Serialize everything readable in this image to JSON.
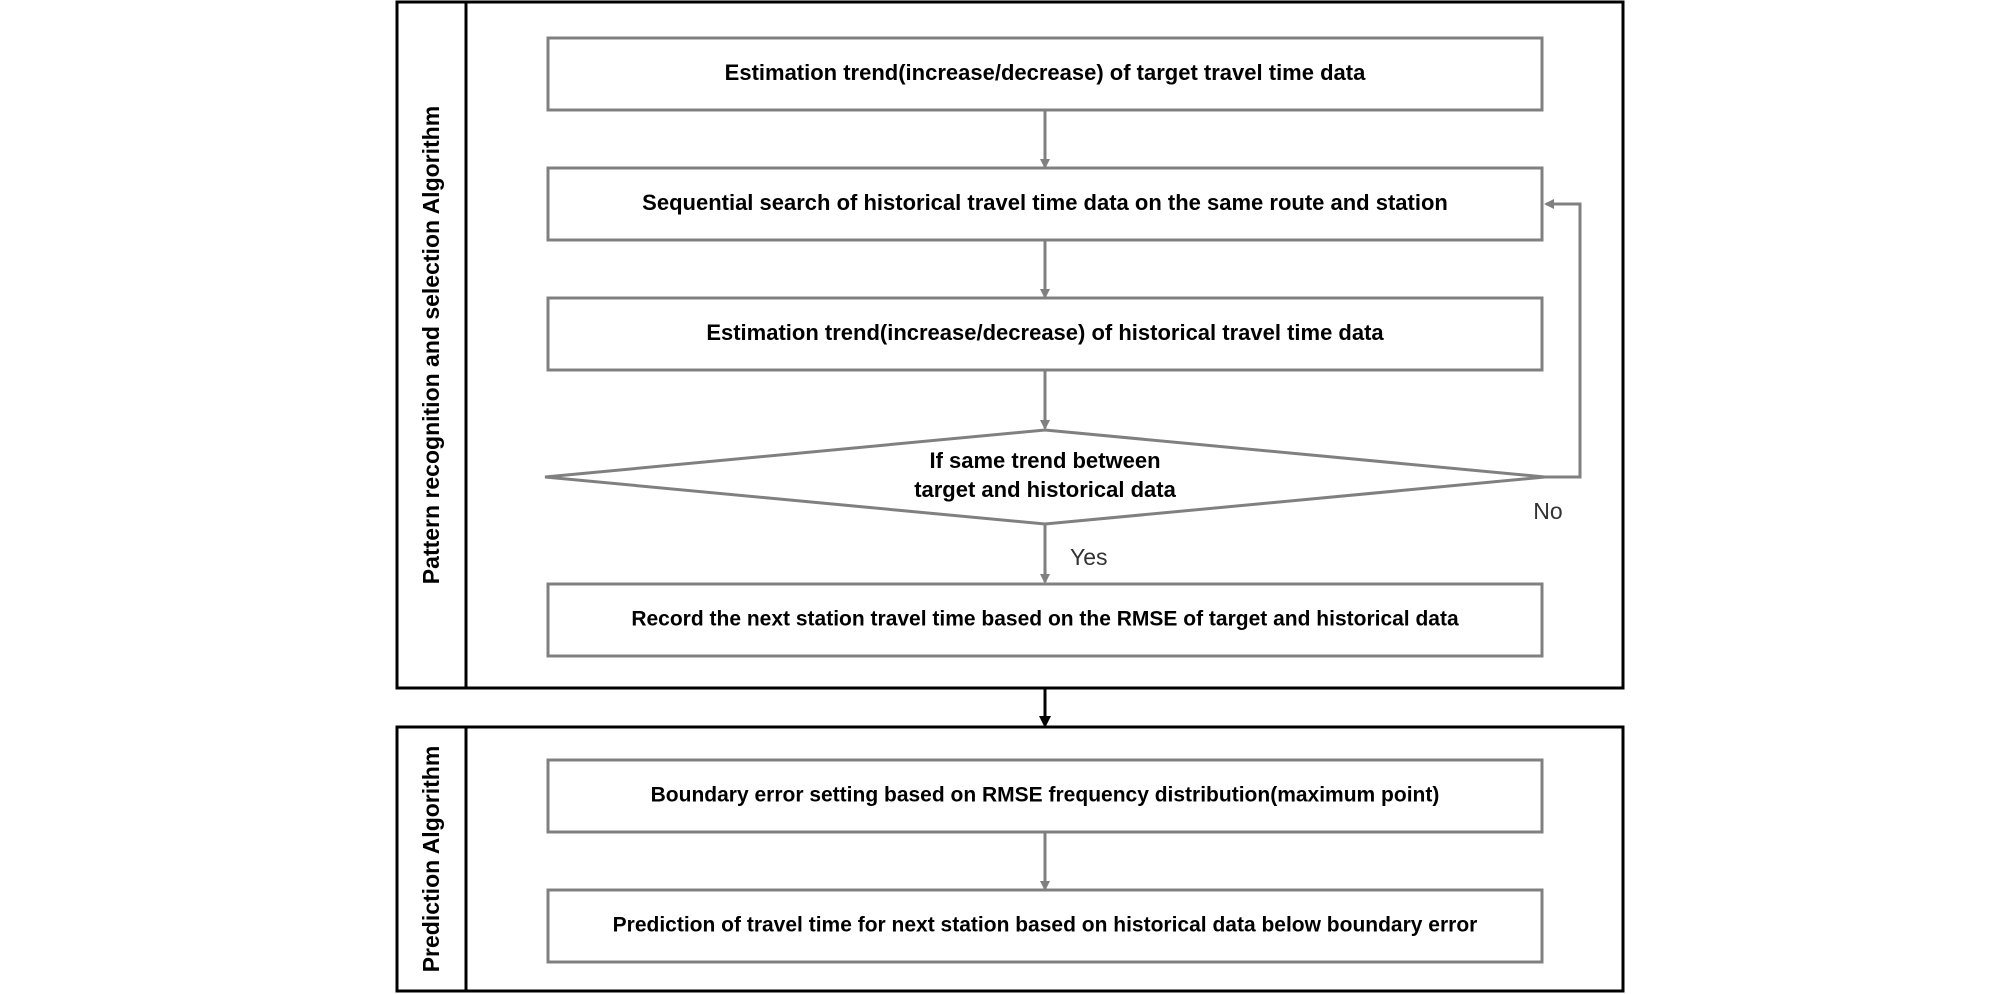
{
  "panels": {
    "pattern": {
      "label": "Pattern recognition and selection Algorithm"
    },
    "prediction": {
      "label": "Prediction Algorithm"
    }
  },
  "steps": {
    "estimation_target": "Estimation trend(increase/decrease) of target travel time data",
    "sequential_search": "Sequential search of historical travel time data on the same route and station",
    "estimation_historical": "Estimation trend(increase/decrease) of historical travel time data",
    "decision_line1": "If same trend between",
    "decision_line2": "target and historical data",
    "record": "Record the next station travel time based on the RMSE of target and historical data",
    "boundary": "Boundary error setting based on RMSE frequency distribution(maximum point)",
    "prediction": "Prediction of travel time for next station based on historical data below boundary error"
  },
  "edges": {
    "no": "No",
    "yes": "Yes"
  },
  "colors": {
    "panel_border": "#000000",
    "box_border": "#808080",
    "arrow": "#808080",
    "text": "#000000"
  }
}
